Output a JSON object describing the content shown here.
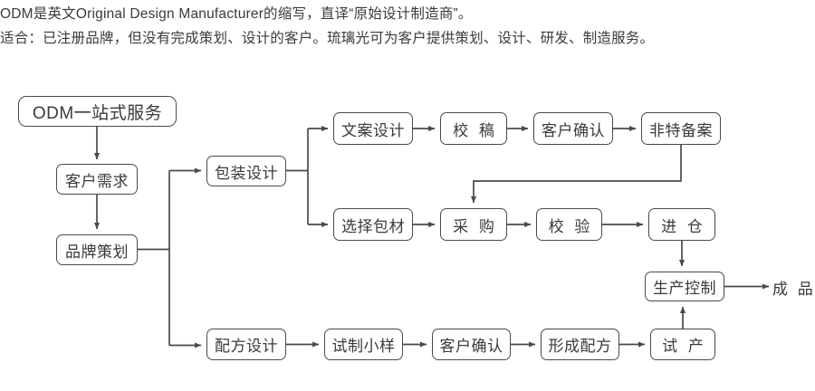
{
  "intro": {
    "line1": "ODM是英文Original Design Manufacturer的缩写，直译“原始设计制造商”。",
    "line2": "适合：已注册品牌，但没有完成策划、设计的客户。琉璃光可为客户提供策划、设计、研发、制造服务。"
  },
  "colors": {
    "stroke": "#4a4a4a",
    "text": "#3a3a3a",
    "background": "#ffffff"
  },
  "flow": {
    "nodes": {
      "odm_service": "ODM一站式服务",
      "customer_need": "客户需求",
      "brand_planning": "品牌策划",
      "package_design": "包装设计",
      "copy_design": "文案设计",
      "proofreading": "校 稿",
      "customer_confirm_top": "客户确认",
      "non_special_filing": "非特备案",
      "select_material": "选择包材",
      "purchase": "采 购",
      "inspection": "校 验",
      "warehousing": "进 仓",
      "production_control": "生产控制",
      "finished_product": "成 品",
      "formula_design": "配方设计",
      "trial_sample": "试制小样",
      "customer_confirm_bottom": "客户确认",
      "form_formula": "形成配方",
      "trial_production": "试 产"
    }
  }
}
